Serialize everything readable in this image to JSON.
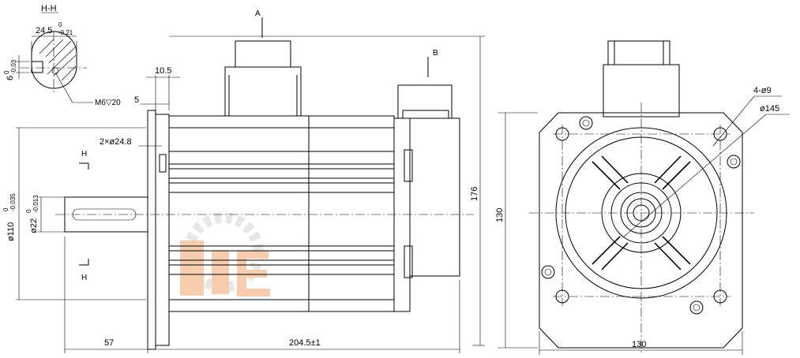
{
  "section": {
    "label": "H-H",
    "width": "24.5",
    "width_tol_upper": "0",
    "width_tol_lower": "-0.21",
    "depth": "6",
    "depth_tol_upper": "0",
    "depth_tol_lower": "-0.03",
    "thread": "M6▽20"
  },
  "side_view": {
    "flange_thickness": "10.5",
    "spigot": "5",
    "holes": "2×ø24.8",
    "connector_a": "A",
    "connector_b": "B",
    "section_mark": "H",
    "pilot_dia": "ø110",
    "pilot_tol_upper": "0",
    "pilot_tol_lower": "-0.035",
    "shaft_dia": "ø22",
    "shaft_tol_upper": "0",
    "shaft_tol_lower": "-0.013",
    "shaft_length": "57",
    "body_length": "204.5±1",
    "height": "176"
  },
  "front_view": {
    "mount_holes": "4-ø9",
    "pcd": "ø145",
    "height": "130",
    "width": "130"
  },
  "colors": {
    "line": "#000000",
    "watermark": "#f2a66f"
  }
}
